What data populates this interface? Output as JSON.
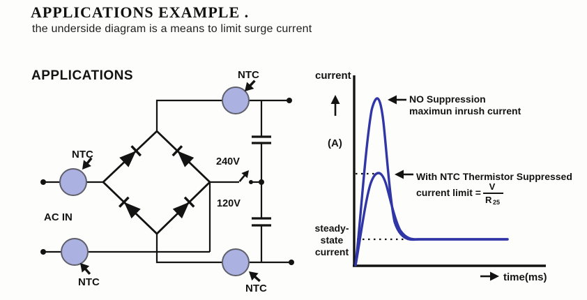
{
  "page": {
    "colors": {
      "background": "#fdfdfb",
      "ink": "#131313",
      "curve_blue": "#3036a6",
      "ntc_fill": "#abb2e2",
      "ntc_stroke": "#5f5f6b"
    }
  },
  "header": {
    "title": "APPLICATIONS EXAMPLE .",
    "subtitle": "the underside diagram is a means to limit surge current"
  },
  "circuit": {
    "heading": "APPLICATIONS",
    "ntc": "NTC",
    "ac_in": "AC IN",
    "v240": "240V",
    "v120": "120V",
    "components": {
      "thermistors": 4,
      "bridge_diodes": 4,
      "capacitors": 2,
      "voltage_selector": "240V / 120V switch"
    }
  },
  "chart_data": {
    "type": "line",
    "title": "",
    "xlabel": "time(ms)",
    "ylabel_word": "current",
    "unit": "(A)",
    "axes_numeric": false,
    "grid": false,
    "steady_lines": [
      "steady-",
      "state",
      "current"
    ],
    "steady_state_value": 1.0,
    "x": [
      0,
      0.6,
      1.0,
      1.5,
      2.0,
      2.5,
      3.5,
      8.0
    ],
    "series": [
      {
        "name": "NO Suppression",
        "peak": 6.3,
        "values": [
          0,
          3.5,
          6.3,
          3.0,
          1.4,
          1.05,
          1.0,
          1.0
        ]
      },
      {
        "name": "With NTC Thermistor Suppressed",
        "peak": 3.4,
        "values": [
          0,
          1.8,
          3.4,
          2.2,
          1.3,
          1.05,
          1.0,
          1.0
        ]
      }
    ],
    "annotations": [
      {
        "line1": "NO Suppression",
        "line2": "maximun inrush current"
      },
      {
        "line1": "With NTC Thermistor Suppressed",
        "prefix": "current limit =",
        "num": "V",
        "den": "R",
        "sub": "25"
      }
    ]
  }
}
